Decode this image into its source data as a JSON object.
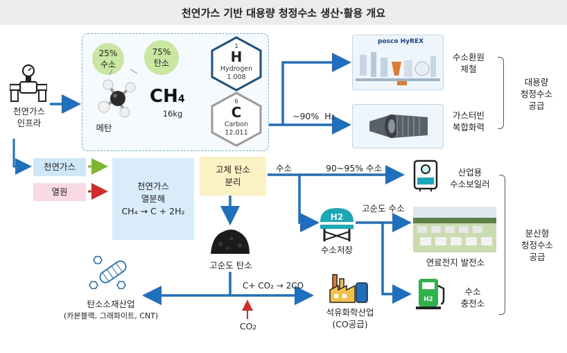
{
  "title": "천연가스 기반 대용량 청정수소 생산·활용 개요",
  "infra": {
    "label_line1": "천연가스",
    "label_line2": "인프라"
  },
  "methane": {
    "hydrogen_pct_value": "25%",
    "hydrogen_pct_name": "수소",
    "carbon_pct_value": "75%",
    "carbon_pct_name": "탄소",
    "name": "메탄",
    "formula_main": "CH",
    "formula_sub": "4",
    "mass": "16kg"
  },
  "elements": {
    "hydrogen": {
      "number": "1",
      "symbol": "H",
      "name": "Hydrogen",
      "mass": "1.008"
    },
    "carbon": {
      "number": "6",
      "symbol": "C",
      "name": "Carbon",
      "mass": "12.011"
    }
  },
  "upper_flow": {
    "h2_label_prefix": "~90%",
    "h2_label": "H",
    "h2_sub": "2"
  },
  "large_scale": {
    "item1_line1": "수소환원",
    "item1_line2": "제철",
    "item2_line1": "가스터빈",
    "item2_line2": "복합화력",
    "group_line1": "대용량",
    "group_line2": "청정수소",
    "group_line3": "공급",
    "posco_logo": "posco HyREX"
  },
  "inputs": {
    "gas": "천연가스",
    "heat": "열원"
  },
  "pyrolysis": {
    "line1": "천연가스",
    "line2": "열분해",
    "eq": "CH₄ → C + 2H₂"
  },
  "separation": {
    "line1": "고체 탄소",
    "line2": "분리"
  },
  "hydrogen_branch": {
    "label": "수소",
    "purity": "90~95% 수소",
    "high_purity": "고순도 수소"
  },
  "storage": {
    "label": "수소저장",
    "icon_text": "H2"
  },
  "distributed": {
    "boiler_line1": "산업용",
    "boiler_line2": "수소보일러",
    "fuelcell": "연료전지 발전소",
    "station_line1": "수소",
    "station_line2": "충전소",
    "group_line1": "분산형",
    "group_line2": "청정수소",
    "group_line3": "공급"
  },
  "carbon": {
    "label": "고순도 탄소",
    "reaction": "C+ CO₂ → 2CO"
  },
  "petrochem": {
    "line1": "석유화학산업",
    "line2": "(CO공급)"
  },
  "carbon_materials": {
    "line1": "탄소소재산업",
    "line2": "(카본블랙, 그래파이트, CNT)"
  },
  "co2": {
    "label": "CO",
    "sub": "2"
  },
  "colors": {
    "arrow_blue": "#1f6fbf",
    "arrow_green": "#7cb82f",
    "arrow_red": "#d32b2b",
    "input_blue_bg": "#cfe8f7",
    "input_pink_bg": "#f9d9e6",
    "pyrolysis_bg": "#d9ecfa",
    "separation_bg": "#fbf1c4"
  }
}
